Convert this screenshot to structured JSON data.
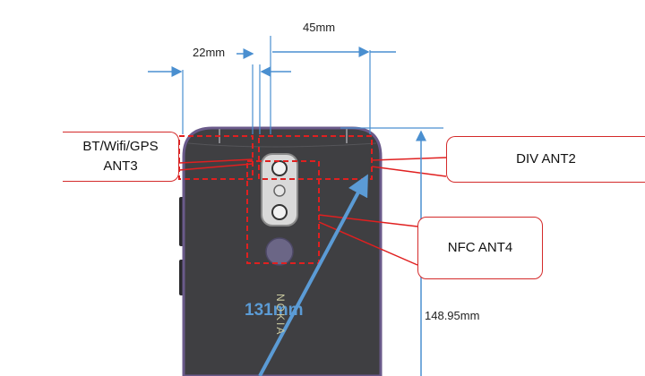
{
  "dimensions": {
    "top_width": "45mm",
    "camera_offset": "22mm",
    "height": "148.95mm",
    "diagonal": "131mm"
  },
  "antennas": {
    "ant3": {
      "line1": "BT/Wifi/GPS",
      "line2": "ANT3"
    },
    "ant2": "DIV ANT2",
    "ant4": "NFC ANT4"
  },
  "brand": "NOKIA",
  "colors": {
    "phone_body": "#3f3f42",
    "antenna_red": "#e02020",
    "dimension_blue": "#4a8fd0",
    "diagonal_blue": "#5b9bd5"
  }
}
